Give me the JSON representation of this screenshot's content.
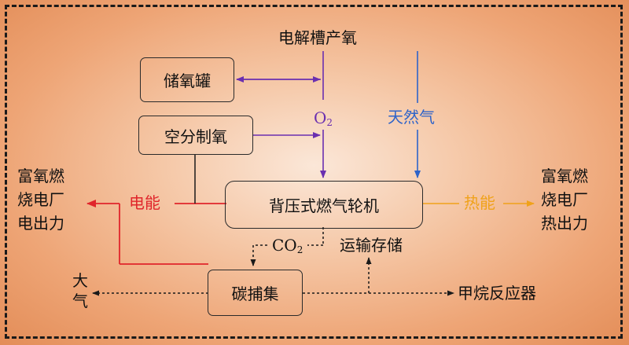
{
  "nodes": {
    "electrolysis": "电解槽产氧",
    "oxygen_tank": "储氧罐",
    "air_separation": "空分制氧",
    "o2": "O",
    "o2_sub": "2",
    "natural_gas": "天然气",
    "turbine": "背压式燃气轮机",
    "electric_energy": "电能",
    "heat_energy": "热能",
    "co2": "CO",
    "co2_sub": "2",
    "transport_storage": "运输存储",
    "carbon_capture": "碳捕集",
    "atmosphere": "大\n气",
    "methane_reactor": "甲烷反应器",
    "left_output": "富氧燃\n烧电厂\n电出力",
    "right_output": "富氧燃\n烧电厂\n热出力"
  },
  "colors": {
    "oxygen": "#6a2fb0",
    "natural_gas": "#2e63c9",
    "electricity": "#e0252b",
    "heat": "#f0a21a",
    "co2": "#1a1a1a"
  }
}
